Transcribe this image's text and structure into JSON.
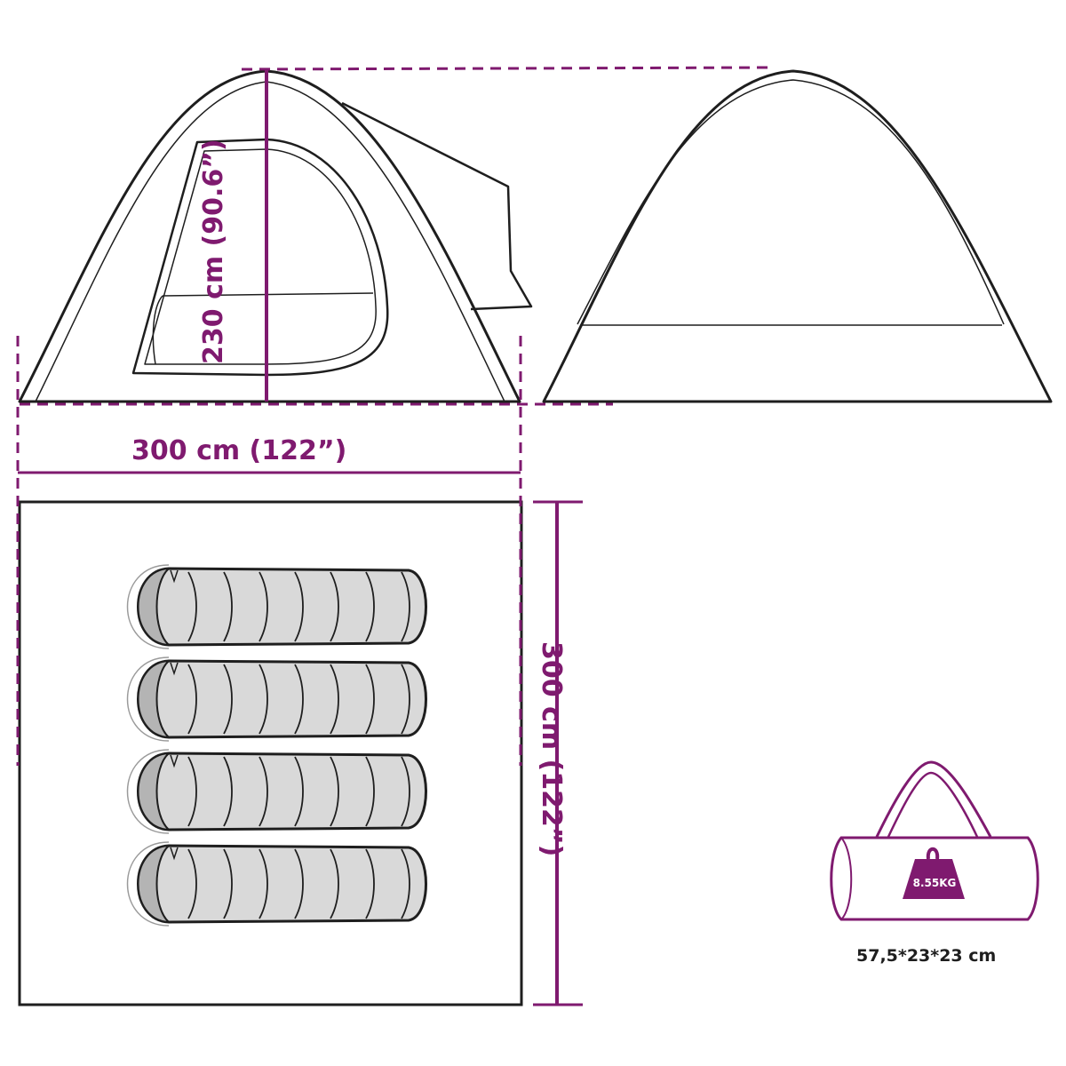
{
  "colors": {
    "outline": "#1e1e1e",
    "dimension": "#7f1a6f",
    "sleeping_bag_light": "#d9d9d9",
    "sleeping_bag_dark": "#b4b4b4",
    "background": "#ffffff"
  },
  "front_view": {
    "width_label": "300 cm (122”)",
    "height_label": "230 cm (90.6”)"
  },
  "floor_plan": {
    "depth_label": "300 cm (122”)",
    "sleeping_bag_count": 4
  },
  "carry_bag": {
    "weight_label": "8.55KG",
    "size_label": "57,5*23*23 cm",
    "icons": [
      "carry-bag-icon",
      "weight-icon"
    ]
  }
}
